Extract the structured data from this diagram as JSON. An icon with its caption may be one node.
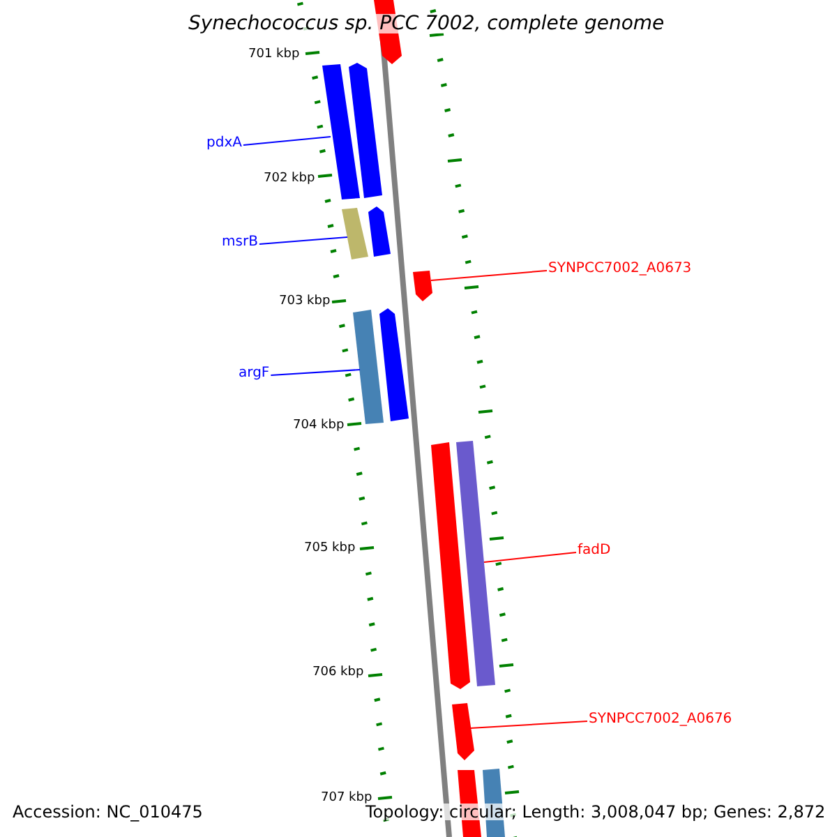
{
  "diagram": {
    "title": "Synechococcus sp. PCC 7002, complete genome",
    "nodes": [
      {
        "text": [],
        "shape": "bar"
      },
      {
        "text": [],
        "shape": "bar"
      },
      {
        "text": [],
        "shape": "bar"
      },
      {
        "text": [
          "pdxA"
        ]
      },
      {
        "text": [],
        "shape": "bar"
      },
      {
        "text": [],
        "shape": "bar"
      },
      {
        "text": [
          "msrB"
        ]
      },
      {
        "text": [
          "SYNPCC7002_A0673"
        ]
      },
      {
        "text": [],
        "shape": "bar"
      },
      {
        "text": [],
        "shape": "bar"
      },
      {
        "text": [],
        "shape": "bar"
      },
      {
        "text": [
          "argF"
        ]
      },
      {
        "text": [],
        "shape": "bar"
      },
      {
        "text": [],
        "shape": "bar"
      },
      {
        "text": [
          "fadD"
        ]
      },
      {
        "text": [
          "SYNPCC7002_A0676"
        ]
      },
      {
        "text": [],
        "shape": "bar"
      },
      {
        "text": [],
        "shape": "bar"
      },
      {
        "text": [],
        "shape": "bar"
      }
    ],
    "edges": [
      {
        "from": 3,
        "to": 1,
        "arrow": "none",
        "color": "#0000ff"
      },
      {
        "from": 6,
        "to": 4,
        "arrow": "none",
        "color": "#0000ff"
      },
      {
        "from": 7,
        "to": 8,
        "arrow": "none",
        "color": "#ff0000"
      },
      {
        "from": 11,
        "to": 9,
        "arrow": "none",
        "color": "#0000ff"
      },
      {
        "from": 14,
        "to": 13,
        "arrow": "none",
        "color": "#ff0000"
      },
      {
        "from": 15,
        "to": 16,
        "arrow": "none",
        "color": "#ff0000"
      }
    ],
    "labels": [
      "701 kbp",
      "702 kbp",
      "703 kbp",
      "704 kbp",
      "705 kbp",
      "706 kbp",
      "707 kbp",
      "Accession: NC_010475",
      "Topology: circular; Length: 3,008,047 bp; Genes: 2,872"
    ]
  }
}
